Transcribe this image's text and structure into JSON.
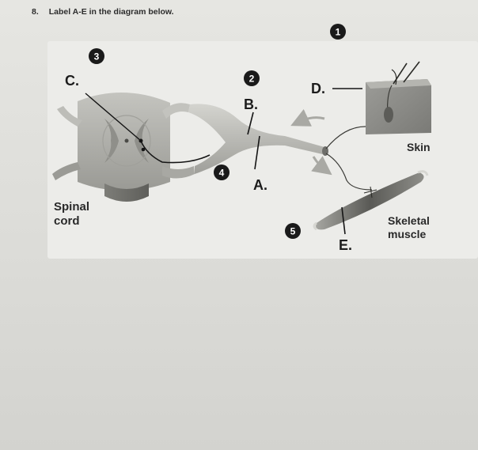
{
  "question": {
    "number": "8.",
    "text": "Label A-E in the diagram below."
  },
  "labels": {
    "a": "A.",
    "b": "B.",
    "c": "C.",
    "d": "D.",
    "e": "E."
  },
  "annotations": {
    "spinal_cord_line1": "Spinal",
    "spinal_cord_line2": "cord",
    "skin": "Skin",
    "skeletal_muscle_line1": "Skeletal",
    "skeletal_muscle_line2": "muscle"
  },
  "markers": [
    "1",
    "2",
    "3",
    "4",
    "5"
  ],
  "colors": {
    "marker_fill": "#1a1a1a",
    "marker_text": "#ffffff",
    "label_text": "#1c1c1c",
    "nerve": "#b9b9b4",
    "grey_matter": "#8f8f8a",
    "white_matter": "#b5b5b0",
    "skin_block": "#8a8a86",
    "muscle": "#6e6e6a"
  }
}
